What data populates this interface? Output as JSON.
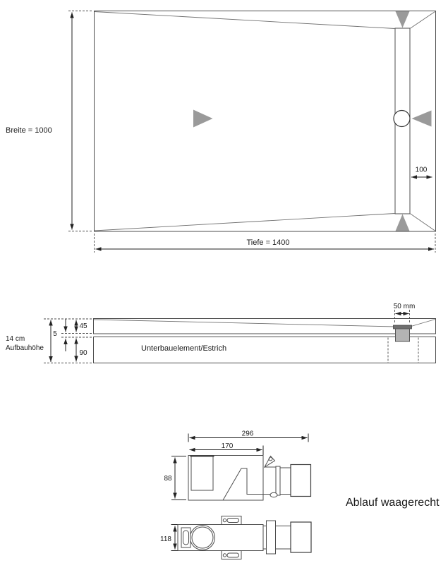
{
  "top_view": {
    "width_label": "Breite = 1000",
    "depth_label": "Tiefe = 1400",
    "channel_offset_label": "100"
  },
  "section_view": {
    "buildup_line1": "14 cm",
    "buildup_line2": "Aufbauhöhe",
    "tray_thickness": "45",
    "gap_thickness": "5",
    "screed_thickness": "90",
    "substructure_label": "Unterbauelement/Estrich",
    "drain_width_label": "50 mm"
  },
  "drain_detail": {
    "overall_length": "296",
    "body_length": "170",
    "body_height": "88",
    "body_width": "118",
    "caption": "Ablauf waagerecht"
  },
  "colors": {
    "surface": "#e8e8e8",
    "channel": "#d3d3d3",
    "slope_arrow": "#9a9a9a",
    "drain_insert": "#b4b4b4",
    "drain_band": "#6f6f6f"
  }
}
